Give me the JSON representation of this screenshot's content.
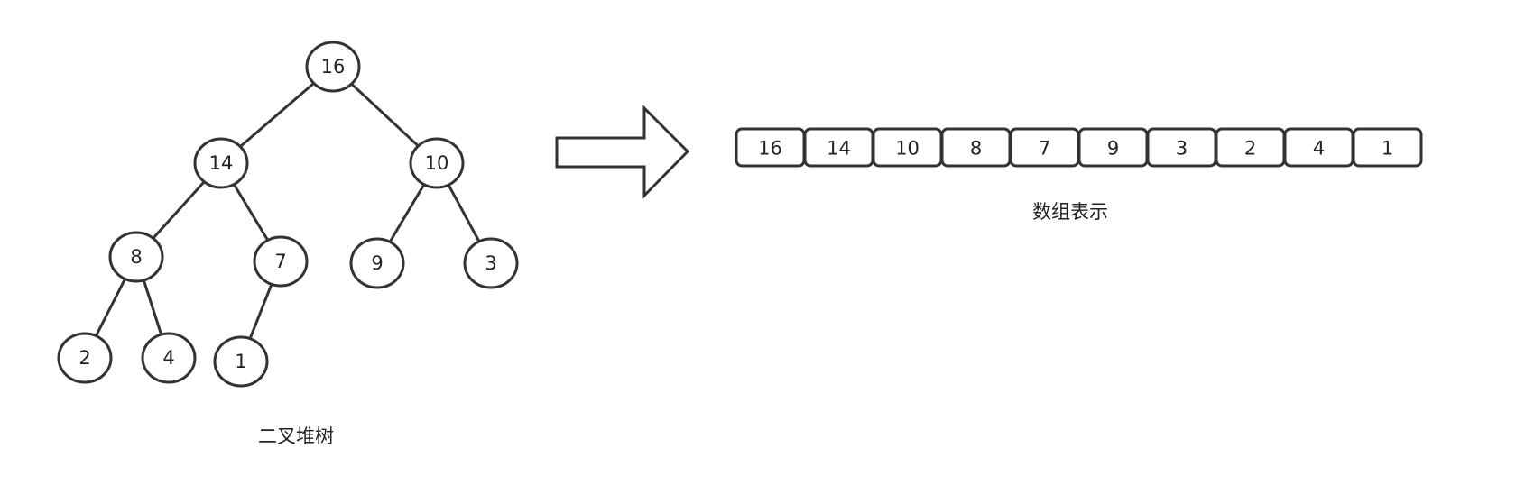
{
  "tree": {
    "caption": "二叉堆树",
    "nodes": [
      {
        "id": "n16",
        "label": "16"
      },
      {
        "id": "n14",
        "label": "14"
      },
      {
        "id": "n10",
        "label": "10"
      },
      {
        "id": "n8",
        "label": "8"
      },
      {
        "id": "n7",
        "label": "7"
      },
      {
        "id": "n9",
        "label": "9"
      },
      {
        "id": "n3",
        "label": "3"
      },
      {
        "id": "n2",
        "label": "2"
      },
      {
        "id": "n4",
        "label": "4"
      },
      {
        "id": "n1",
        "label": "1"
      }
    ],
    "edges": [
      {
        "from": "n16",
        "to": "n14"
      },
      {
        "from": "n16",
        "to": "n10"
      },
      {
        "from": "n14",
        "to": "n8"
      },
      {
        "from": "n14",
        "to": "n7"
      },
      {
        "from": "n10",
        "to": "n9"
      },
      {
        "from": "n10",
        "to": "n3"
      },
      {
        "from": "n8",
        "to": "n2"
      },
      {
        "from": "n8",
        "to": "n4"
      },
      {
        "from": "n7",
        "to": "n1"
      }
    ]
  },
  "array": {
    "caption": "数组表示",
    "cells": [
      "16",
      "14",
      "10",
      "8",
      "7",
      "9",
      "3",
      "2",
      "4",
      "1"
    ]
  },
  "colors": {
    "stroke": "#333333",
    "text": "#222222",
    "background": "#ffffff"
  }
}
